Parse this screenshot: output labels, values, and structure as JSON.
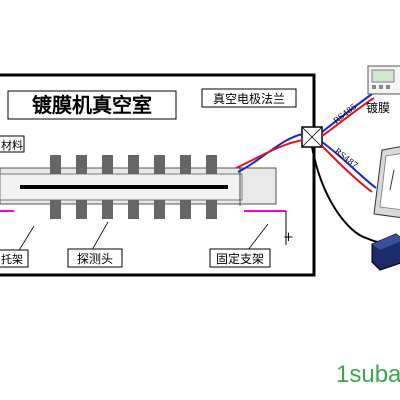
{
  "title": "镀膜机真空室",
  "labels": {
    "flange": "真空电极法兰",
    "material": "材料",
    "bracket_left": "托架",
    "probe": "探测头",
    "fixed_bracket": "固定支架",
    "coater": "镀膜",
    "rs485": "RS485",
    "rs487": "RS487",
    "plus": "+"
  },
  "watermark": "1suba",
  "colors": {
    "wire_red": "#e0141e",
    "wire_blue": "#1428c8",
    "magenta": "#ff00cc",
    "block": "#666666",
    "rail": "#e8e8e8",
    "watermark": "#3aa848"
  }
}
